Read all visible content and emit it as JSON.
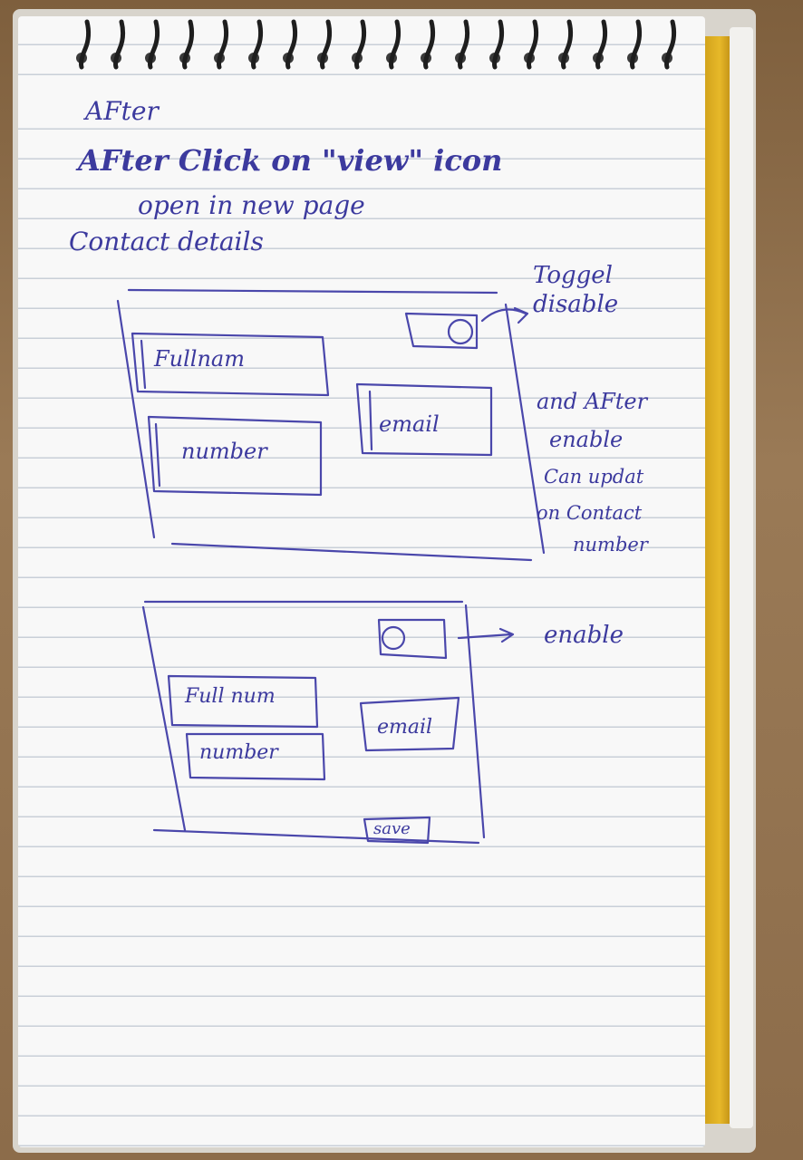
{
  "notes": {
    "line1": "AFter",
    "line2": "AFter Click on \"view\" icon",
    "line3": "open in new page",
    "line4": "Contact details"
  },
  "sketch_disabled": {
    "fullname_label": "Fullnam",
    "number_label": "number",
    "email_label": "email",
    "annotation_toggle": "Toggel disable",
    "annotation_after": [
      "and AFter",
      "enable",
      "Can updat",
      "on Contact",
      "number"
    ]
  },
  "sketch_enabled": {
    "fullname_label": "Full num",
    "number_label": "number",
    "email_label": "email",
    "save_label": "save",
    "annotation_enable": "enable"
  },
  "colors": {
    "ink": "#4a47ab",
    "paper": "#f8f8f8",
    "rule": "#c9cfd8",
    "desk": "#8a6b48"
  }
}
